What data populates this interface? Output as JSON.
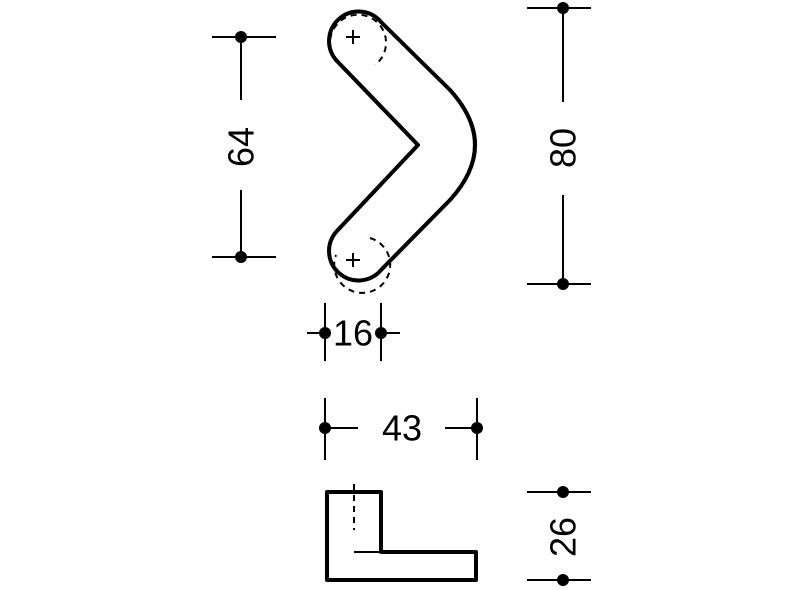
{
  "dimensions": {
    "hole_spacing": "64",
    "total_height": "80",
    "bar_width": "16",
    "depth": "43",
    "profile_height": "26"
  },
  "colors": {
    "line": "#000000",
    "background": "#ffffff"
  }
}
